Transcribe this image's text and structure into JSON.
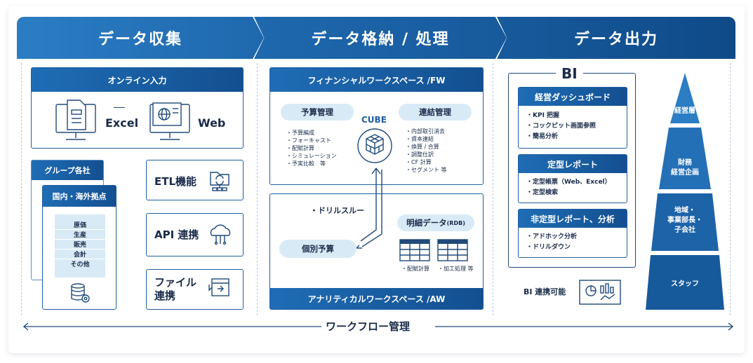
{
  "banner": {
    "collect": "データ収集",
    "store": "データ格納 / 処理",
    "output": "データ出力"
  },
  "collect": {
    "online_header": "オンライン入力",
    "excel": "Excel",
    "web": "Web",
    "group_header": "グループ各社",
    "domestic_header": "国内・海外拠点",
    "items": [
      "原価",
      "生産",
      "販売",
      "会計",
      "その他"
    ],
    "etl": "ETL機能",
    "api": "API 連携",
    "file_1": "ファイル",
    "file_2": "連携"
  },
  "store": {
    "fw_header": "フィナンシャルワークスペース /FW",
    "budget": "予算管理",
    "budget_items": [
      "・予算編成",
      "・フォーキャスト",
      "・配賦計算",
      "・シミュレーション",
      "・予実比較　等"
    ],
    "cube": "CUBE",
    "consol": "連結管理",
    "consol_items": [
      "・内部取引消去",
      "・資本連結",
      "・換算 / 合算",
      "・調整仕訳",
      "・CF 計算",
      "・セグメント 等"
    ],
    "drill": "・ドリルスルー",
    "detail": "明細データ",
    "detail_suffix": "(RDB)",
    "individual": "個別予算",
    "detail_notes": [
      "・配賦計算",
      "・加工処理 等"
    ],
    "aw_header": "アナリティカルワークスペース /AW"
  },
  "output": {
    "bi": "BI",
    "dashboard": "経営ダッシュボード",
    "dashboard_items": [
      "・KPI 把握",
      "・コックピット画面参照",
      "・簡易分析"
    ],
    "fixed": "定型レポート",
    "fixed_items": [
      "・定型帳票（Web、Excel）",
      "・定型検索"
    ],
    "adhoc": "非定型レポート、分析",
    "adhoc_items": [
      "・アドホック分析",
      "・ドリルダウン"
    ],
    "bi_link": "BI 連携可能",
    "pyramid": [
      "経営層",
      "財務\n経営企画",
      "地域・\n事業部長・\n子会社",
      "スタッフ"
    ]
  },
  "workflow": "ワークフロー管理",
  "colors": {
    "primary": "#1f5fa3",
    "light": "#d9eaf7"
  }
}
